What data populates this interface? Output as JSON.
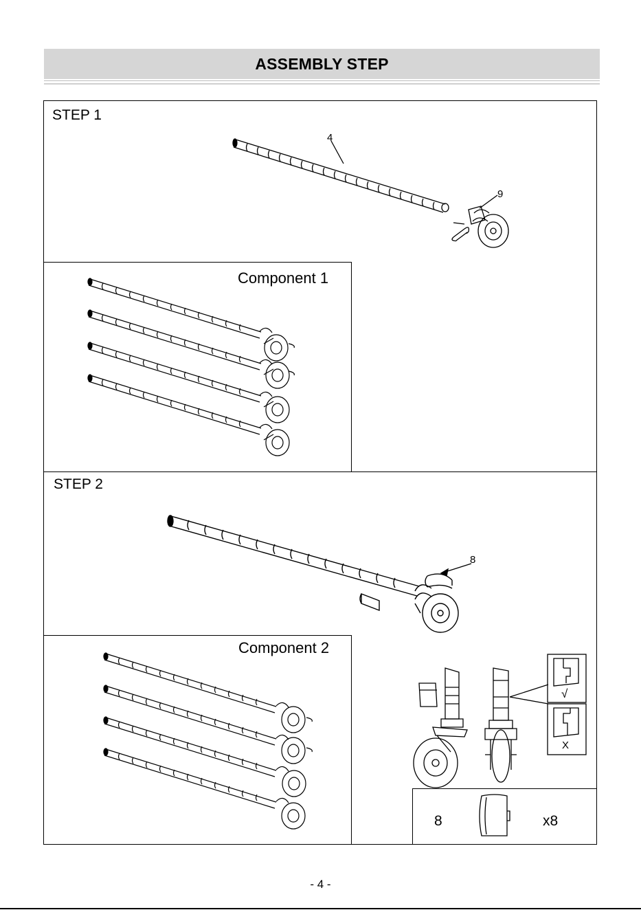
{
  "header": {
    "title": "ASSEMBLY STEP"
  },
  "step1": {
    "title": "STEP 1",
    "callout_pole": "4",
    "callout_caster": "9",
    "component_title": "Component 1"
  },
  "step2": {
    "title": "STEP 2",
    "callout_sleeve": "8",
    "component_title": "Component 2",
    "correct_mark": "√",
    "wrong_mark": "X"
  },
  "parts": {
    "part_number": "8",
    "quantity": "x8"
  },
  "footer": {
    "page": "- 4 -"
  },
  "colors": {
    "header_bg": "#d6d6d6",
    "line": "#000000"
  }
}
